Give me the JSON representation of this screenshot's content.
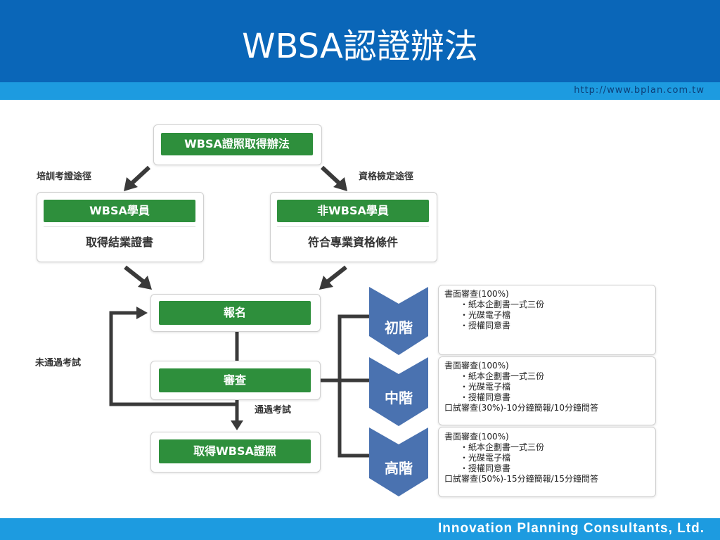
{
  "slide": {
    "title": "WBSA認證辦法",
    "url": "http://www.bplan.com.tw",
    "footer": "Innovation Planning Consultants, Ltd."
  },
  "flow": {
    "top_box": "WBSA證照取得辦法",
    "path_left_label": "培訓考證途徑",
    "path_right_label": "資格檢定途徑",
    "left_box_header": "WBSA學員",
    "left_box_body": "取得結業證書",
    "right_box_header": "非WBSA學員",
    "right_box_body": "符合專業資格條件",
    "register": "報名",
    "review": "審查",
    "obtain": "取得WBSA證照",
    "fail_label": "未通過考試",
    "pass_label": "通過考試"
  },
  "levels": [
    {
      "name": "初階",
      "lines": [
        "書面審查(100%)"
      ],
      "bullets": [
        "紙本企劃書一式三份",
        "光碟電子檔",
        "授權同意書"
      ],
      "extra": ""
    },
    {
      "name": "中階",
      "lines": [
        "書面審查(100%)"
      ],
      "bullets": [
        "紙本企劃書一式三份",
        "光碟電子檔",
        "授權同意書"
      ],
      "extra": "口試審查(30%)-10分鐘簡報/10分鐘問答"
    },
    {
      "name": "高階",
      "lines": [
        "書面審查(100%)"
      ],
      "bullets": [
        "紙本企劃書一式三份",
        "光碟電子檔",
        "授權同意書"
      ],
      "extra": "口試審查(50%)-15分鐘簡報/15分鐘問答"
    }
  ],
  "colors": {
    "header": "#0a66b8",
    "strip": "#1d9be0",
    "green": "#2e8f3c",
    "chevron": "#4a72b0",
    "arrow": "#3a3a3a"
  }
}
